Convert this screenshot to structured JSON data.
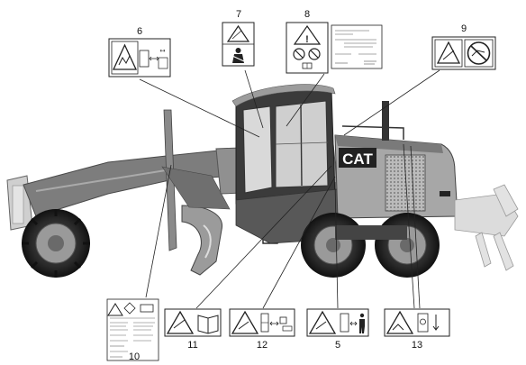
{
  "callouts": {
    "c5": "5",
    "c6": "6",
    "c7": "7",
    "c8": "8",
    "c9": "9",
    "c10": "10",
    "c11": "11",
    "c12": "12",
    "c13": "13"
  },
  "machine": {
    "brand_logo": "CAT"
  },
  "icons": {
    "warning": "warning-triangle-icon",
    "book": "operator-manual-icon",
    "seatbelt": "seatbelt-icon",
    "no_step": "prohibition-icon"
  }
}
